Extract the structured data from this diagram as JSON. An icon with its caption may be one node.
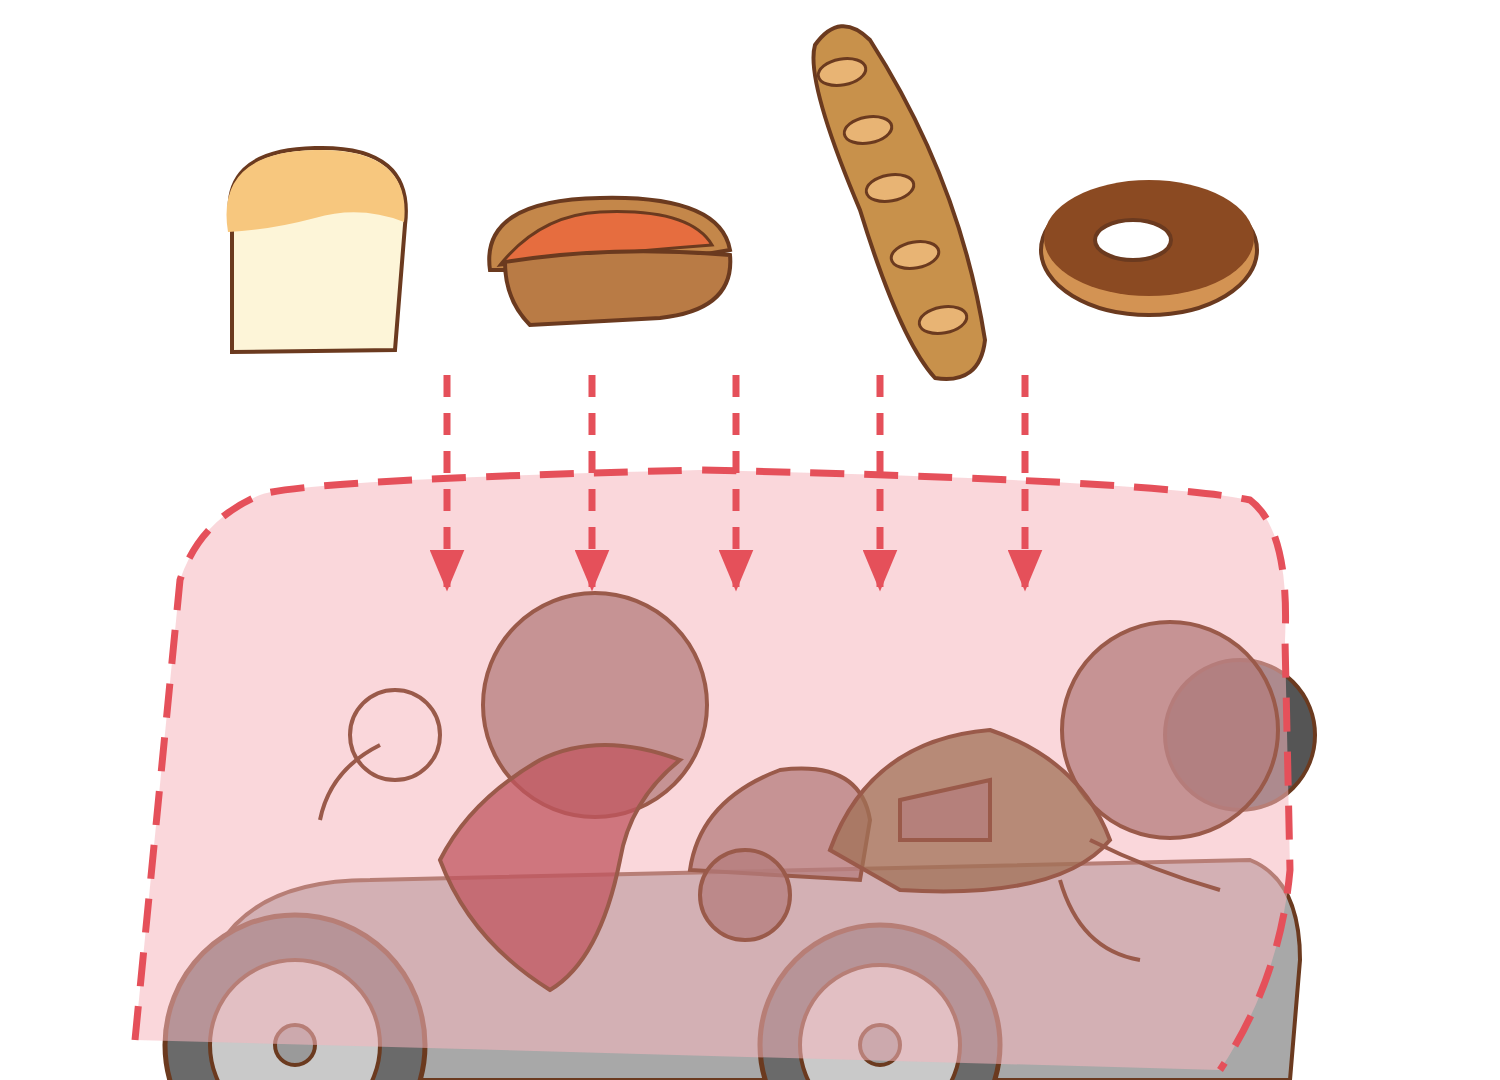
{
  "diagram": {
    "nodes": [
      {
        "text": [],
        "shape": "picture"
      },
      {
        "text": [],
        "shape": "picture"
      },
      {
        "text": [],
        "shape": "picture"
      },
      {
        "text": [],
        "shape": "picture"
      },
      {
        "text": [],
        "shape": "cloud"
      },
      {
        "text": [],
        "shape": "picture",
        "in": 4
      }
    ],
    "edges": [
      {
        "from": null,
        "to": 5,
        "arrow": "to",
        "style": "dashed"
      },
      {
        "from": null,
        "to": 5,
        "arrow": "to",
        "style": "dashed"
      },
      {
        "from": null,
        "to": 5,
        "arrow": "to",
        "style": "dashed"
      },
      {
        "from": null,
        "to": 5,
        "arrow": "to",
        "style": "dashed"
      },
      {
        "from": null,
        "to": 5,
        "arrow": "to",
        "style": "dashed"
      }
    ]
  }
}
